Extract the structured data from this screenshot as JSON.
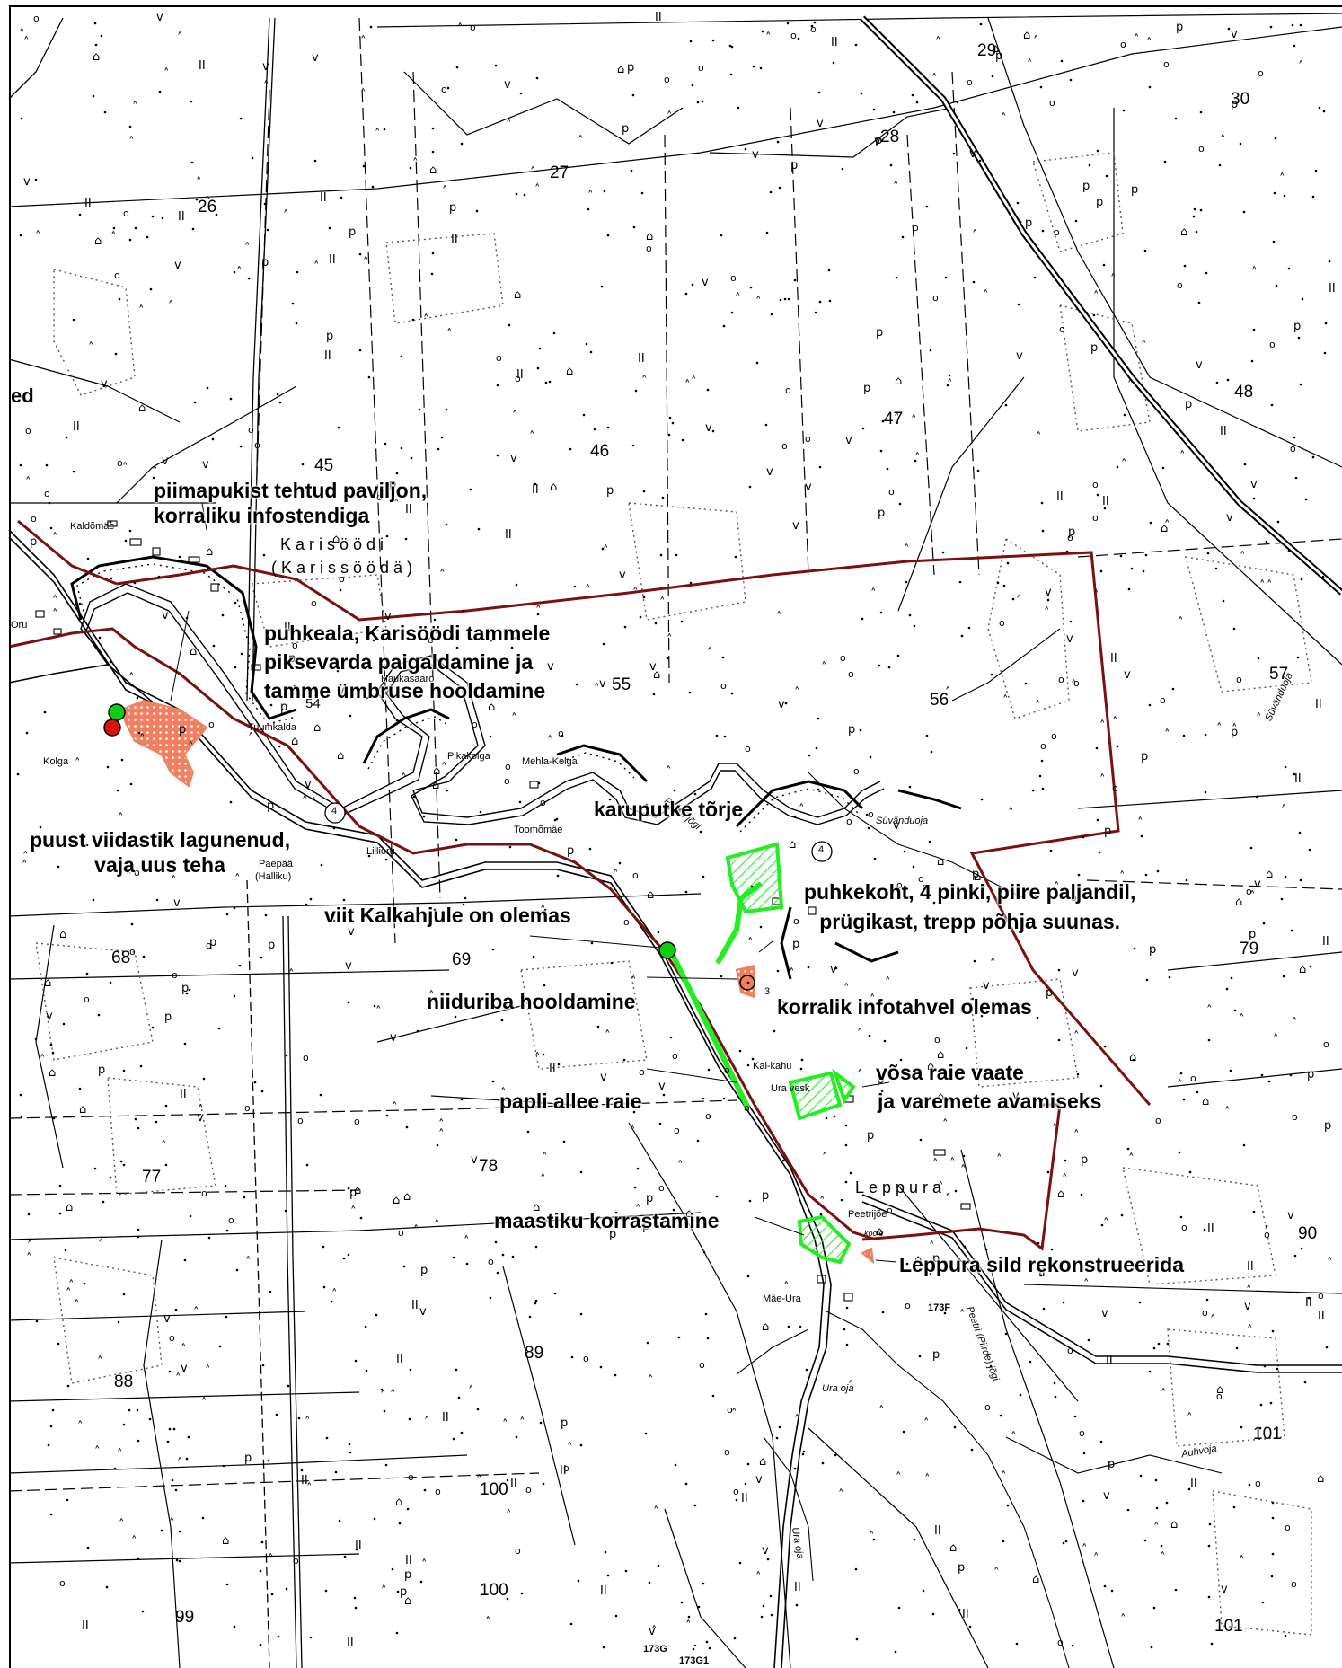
{
  "colors": {
    "boundary": "#7a1010",
    "road": "#222222",
    "green_area": "#22ee22",
    "orange_area": "#f08060",
    "marker_green": "#11cc11",
    "marker_red": "#dd1111"
  },
  "parcels": {
    "p26": "26",
    "p27": "27",
    "p28": "28",
    "p29": "29",
    "p30": "30",
    "p45": "45",
    "p46": "46",
    "p47": "47",
    "p48": "48",
    "p54": "54",
    "p55": "55",
    "p56": "56",
    "p57": "57",
    "p68": "68",
    "p69": "69",
    "p77": "77",
    "p78": "78",
    "p79": "79",
    "p88": "88",
    "p89": "89",
    "p90": "90",
    "p99": "99",
    "p100a": "100",
    "p100b": "100",
    "p101a": "101",
    "p101b": "101",
    "ed": "ed"
  },
  "places": {
    "kaldomae": "Kaldõmäe",
    "karisoodi": "Karisöödi",
    "karissooda": "(Karissöödä)",
    "oru": "Oru",
    "kolga": "Kolga",
    "tuumkalda": "Tuumkalda",
    "haukasaaro": "Haukasaarõ",
    "pikakolga": "Pikakolga",
    "mehla_kolga": "Mehla-Kolga",
    "toomomae": "Toomõmäe",
    "lillioru": "Lillioru",
    "paepaa": "Paepää",
    "halliku": "(Halliku)",
    "suvanduoja": "Süvänduoja",
    "suvanduoja2": "Süvänduoja",
    "kal_kahu": "Kal-kahu",
    "ura_vesk": "Ura vesk",
    "leppura": "Leppura",
    "peetrijoe": "Peetrijõe",
    "koole": "koole",
    "mae_ura": "Mäe-Ura",
    "ura_oja": "Ura oja",
    "ura_oja2": "Ura oja",
    "peetri_joe": "Peetri (Piirde) jõgi",
    "auhvoja": "Auhvoja",
    "peetri_j": "Peetri jõgi",
    "road_173f": "173F",
    "road_173g": "173G",
    "road_173g1": "173G1",
    "road_num_4a": "4",
    "road_num_4b": "4",
    "road_num_3": "3"
  },
  "annotations": {
    "paviljon_1": "piimapukist tehtud paviljon,",
    "paviljon_2": "korraliku infostendiga",
    "puhkeala_1": "puhkeala, Karisöödi tammele",
    "puhkeala_2": "piksevarda paigaldamine ja",
    "puhkeala_3": "tamme ümbruse hooldamine",
    "viidastik_1": "puust viidastik lagunenud,",
    "viidastik_2": "vaja uus teha",
    "karuputke": "karuputke tõrje",
    "puhkekoht_1": "puhkekoht, 4 pinki, piire paljandil,",
    "puhkekoht_2": "prügikast, trepp põhja suunas.",
    "viit": "viit Kalkahjule on olemas",
    "niiduriba": "niiduriba hooldamine",
    "infotahvel": "korralik infotahvel olemas",
    "vosa_1": "võsa raie vaate",
    "vosa_2": "ja varemete avamiseks",
    "papli": "papli allee raie",
    "maastiku": "maastiku korrastamine",
    "sild": "Leppura sild rekonstrueerida"
  }
}
